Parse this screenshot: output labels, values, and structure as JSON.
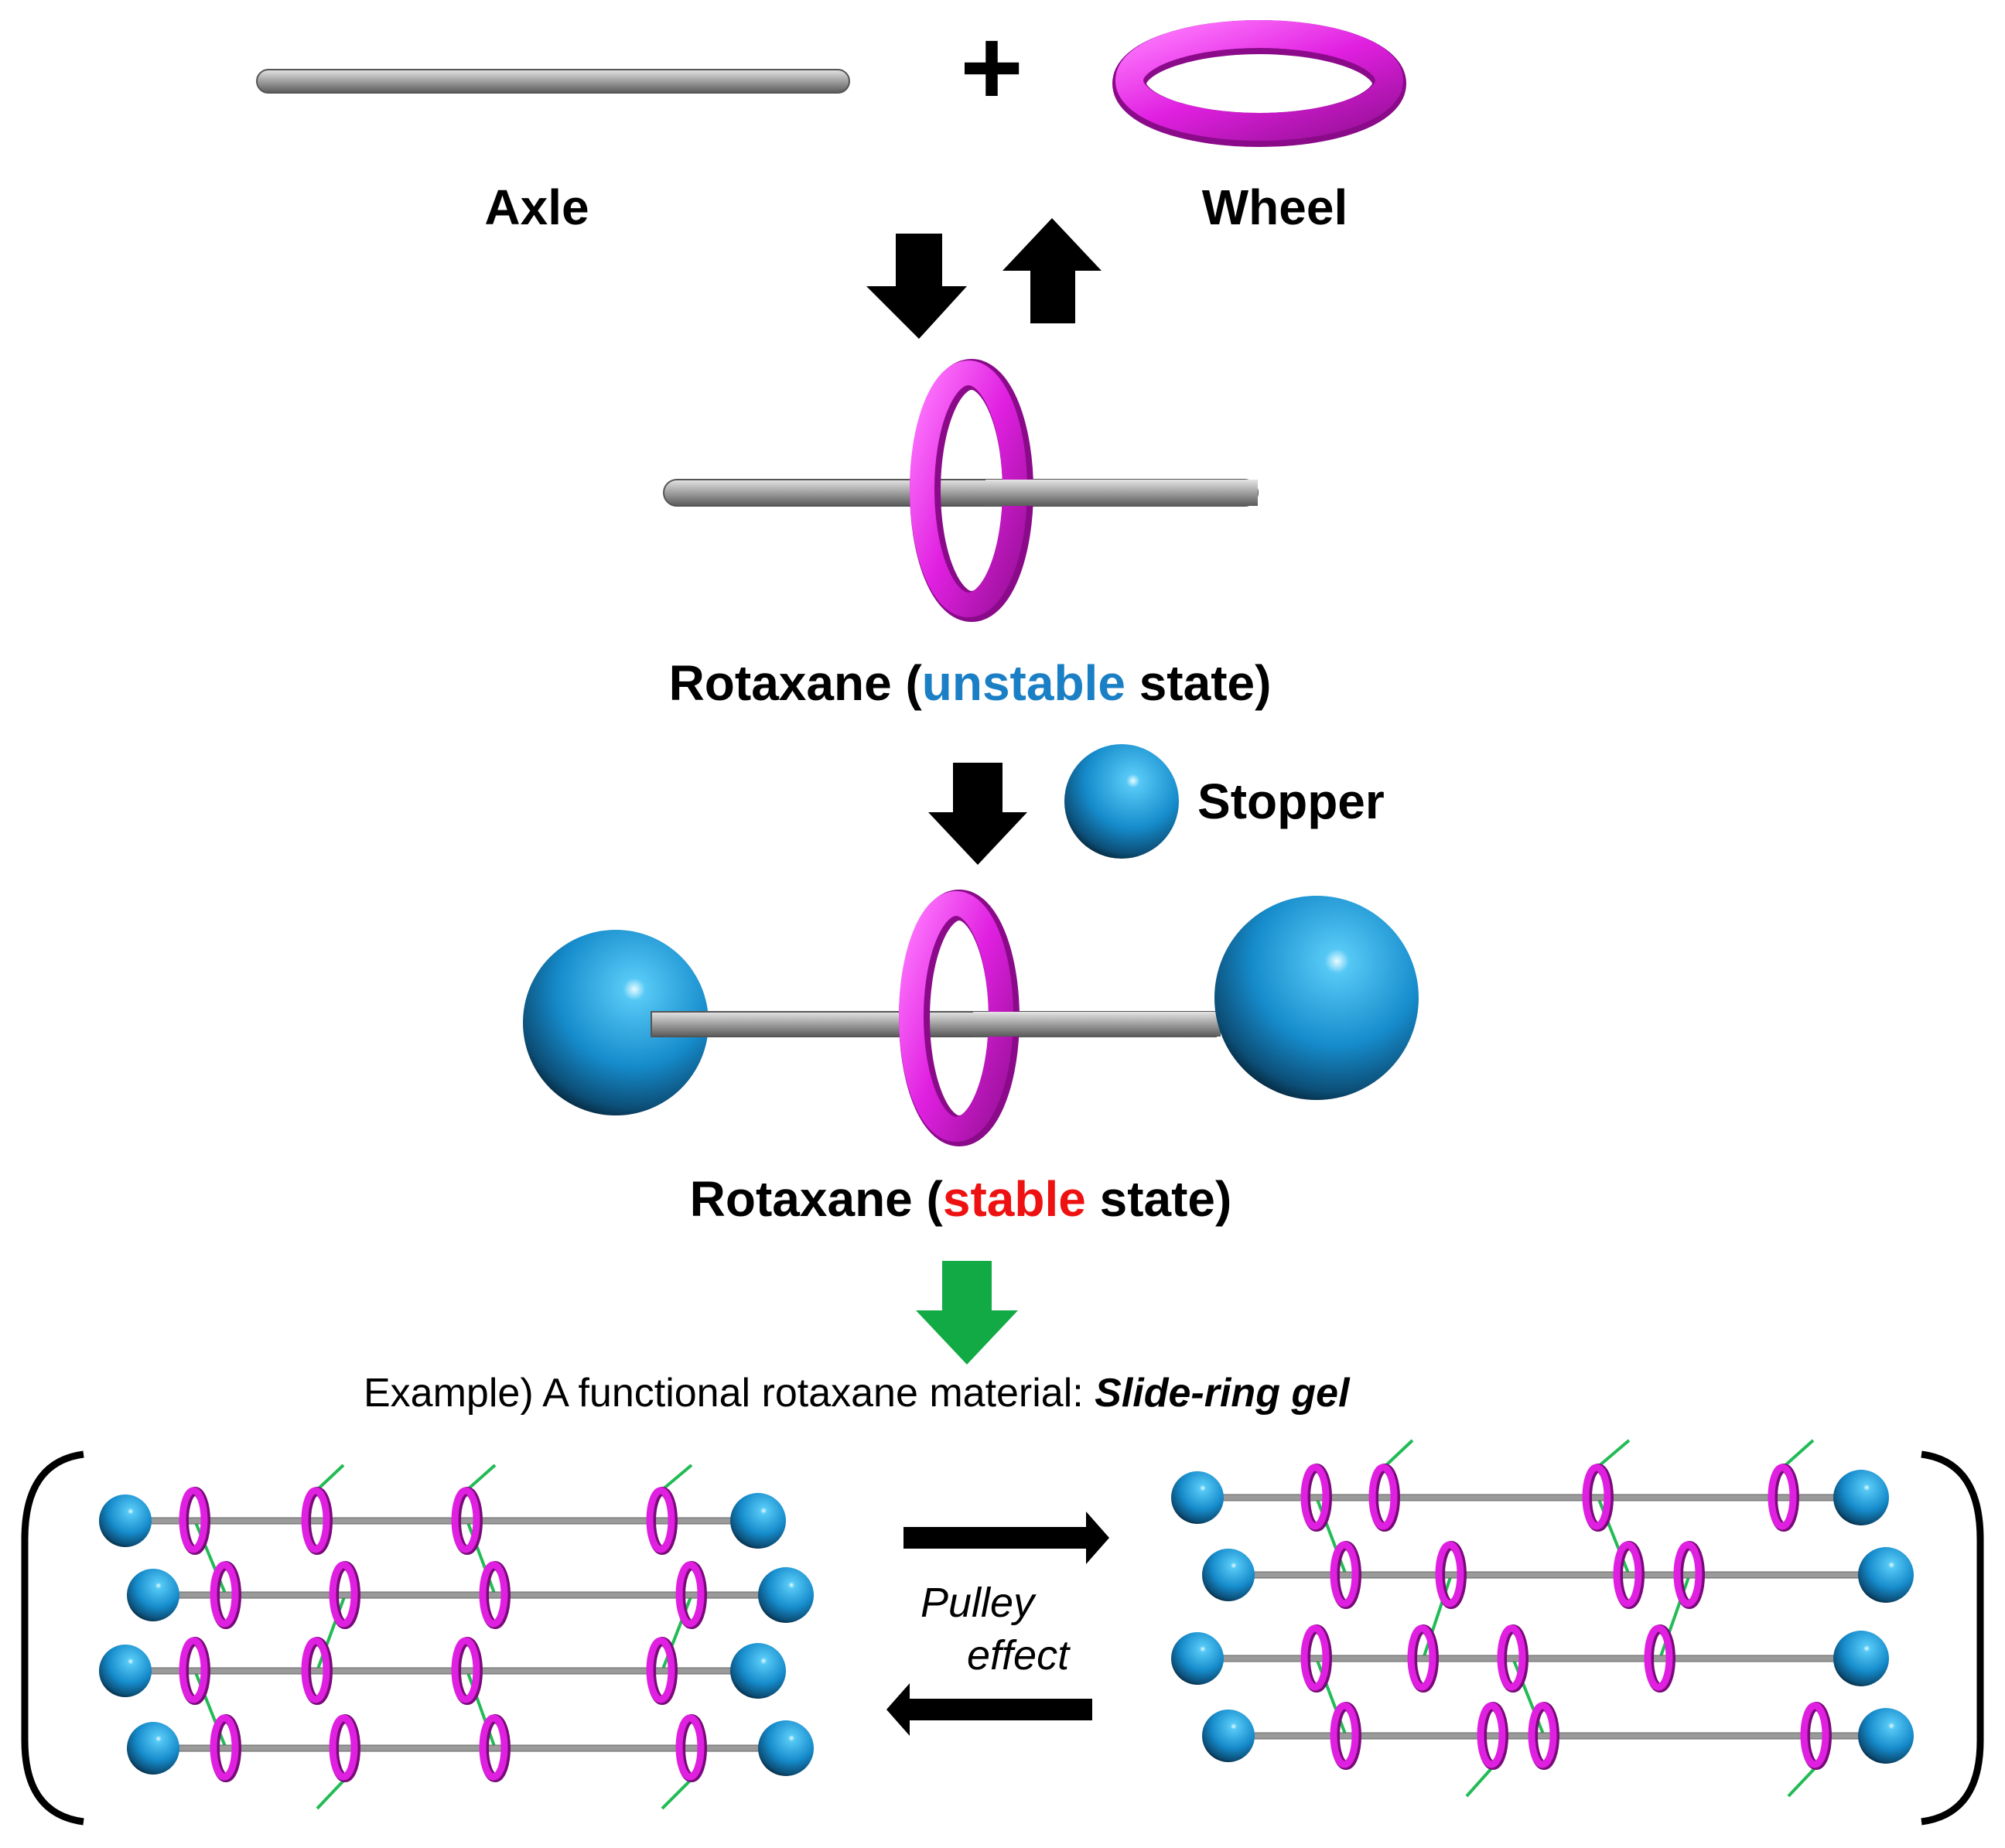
{
  "labels": {
    "axle": "Axle",
    "plus": "+",
    "wheel": "Wheel",
    "rotaxane_unstable": {
      "prefix": "Rotaxane (",
      "state_word": "unstable",
      "suffix": " state)"
    },
    "stopper": "Stopper",
    "rotaxane_stable": {
      "prefix": "Rotaxane (",
      "state_word": "stable",
      "suffix": " state)"
    },
    "example": {
      "prefix": "Example) A functional rotaxane material:  ",
      "name": "Slide-ring gel"
    },
    "pulley_effect": {
      "line1": "Pulley",
      "line2": "effect"
    }
  },
  "colors": {
    "wheel": "#e020e0",
    "wheel_dark": "#7a0a7a",
    "axle": "#9a9a9a",
    "stopper": "#1a8fd0",
    "unstable": "#1a7fc4",
    "stable": "#ee1111",
    "stopper_label": "#22b04a",
    "transition_arrow": "#11aa44",
    "crosslink": "#22bb55",
    "arrow": "#000000"
  },
  "icons": [
    "axle-rod-icon",
    "wheel-ring-icon",
    "stopper-sphere-icon",
    "down-arrow-icon",
    "up-arrow-icon",
    "right-arrow-icon",
    "left-arrow-icon"
  ]
}
